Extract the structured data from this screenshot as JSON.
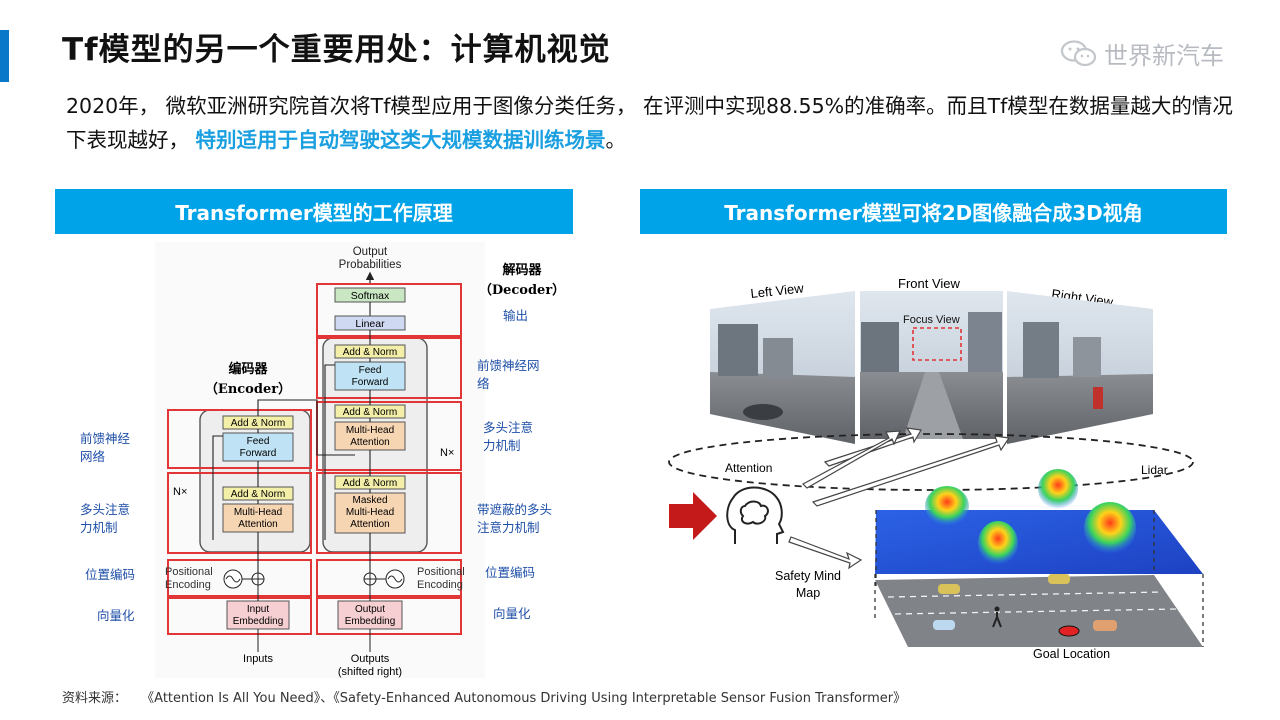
{
  "slide": {
    "title": "Tf模型的另一个重要用处：计算机视觉",
    "logo_text": "世界新汽车",
    "intro_normal": "2020年， 微软亚洲研究院首次将Tf模型应用于图像分类任务， 在评测中实现88.55%的准确率。而且Tf模型在数据量越大的情况下表现越好， ",
    "intro_highlight": "特别适用于自动驾驶这类大规模数据训练场景",
    "intro_end": "。",
    "accent_color": "#0a78c8",
    "highlight_color": "#1a9fe0",
    "header_color": "#00a3e8"
  },
  "left_panel": {
    "header": "Transformer模型的工作原理",
    "diagram": {
      "output_label": "Output\nProbabilities",
      "decoder_cn": "解码器",
      "decoder_en": "（Decoder）",
      "encoder_cn": "编码器",
      "encoder_en": "（Encoder）",
      "softmax": "Softmax",
      "linear": "Linear",
      "add_norm": "Add & Norm",
      "feed_forward": "Feed\nForward",
      "multi_head": "Multi-Head\nAttention",
      "masked_multi_head": "Masked\nMulti-Head\nAttention",
      "input_embedding": "Input\nEmbedding",
      "output_embedding": "Output\nEmbedding",
      "positional_encoding": "Positional\nEncoding",
      "inputs": "Inputs",
      "outputs": "Outputs\n(shifted right)",
      "nx": "N×",
      "cn_output": "输出",
      "cn_ffn_left": "前馈神经\n网络",
      "cn_ffn_right": "前馈神经网\n络",
      "cn_mha_left": "多头注意\n力机制",
      "cn_mha_right": "多头注意\n力机制",
      "cn_masked": "带遮蔽的多头\n注意力机制",
      "cn_pos_left": "位置编码",
      "cn_pos_right": "位置编码",
      "cn_vec_left": "向量化",
      "cn_vec_right": "向量化"
    }
  },
  "right_panel": {
    "header": "Transformer模型可将2D图像融合成3D视角",
    "diagram": {
      "left_view": "Left View",
      "front_view": "Front View",
      "right_view": "Right View",
      "focus_view": "Focus View",
      "attention": "Attention",
      "lidar": "Lidar",
      "safety_mind_map": "Safety Mind\nMap",
      "goal_location": "Goal Location"
    }
  },
  "source": {
    "label": "资料来源：",
    "refs": "《Attention Is All You Need》、《Safety-Enhanced Autonomous Driving Using Interpretable Sensor Fusion Transformer》"
  }
}
